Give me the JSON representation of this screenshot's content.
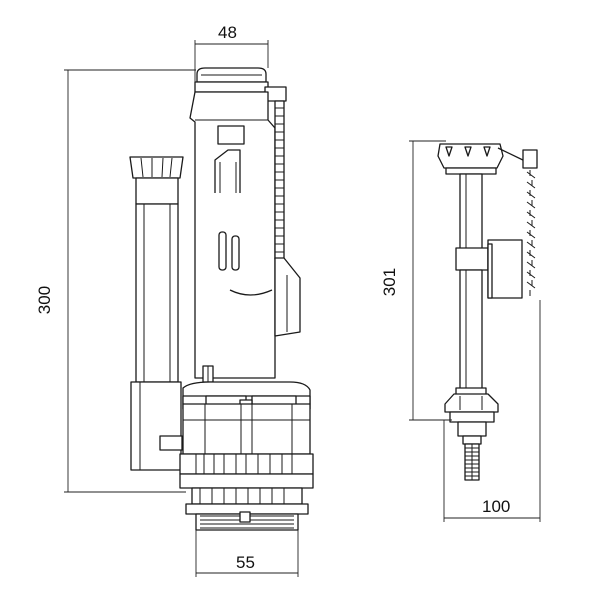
{
  "dimensions": {
    "flush_valve_top_width": "48",
    "flush_valve_height": "300",
    "flush_valve_base_width": "55",
    "fill_valve_height": "301",
    "fill_valve_width": "100"
  }
}
